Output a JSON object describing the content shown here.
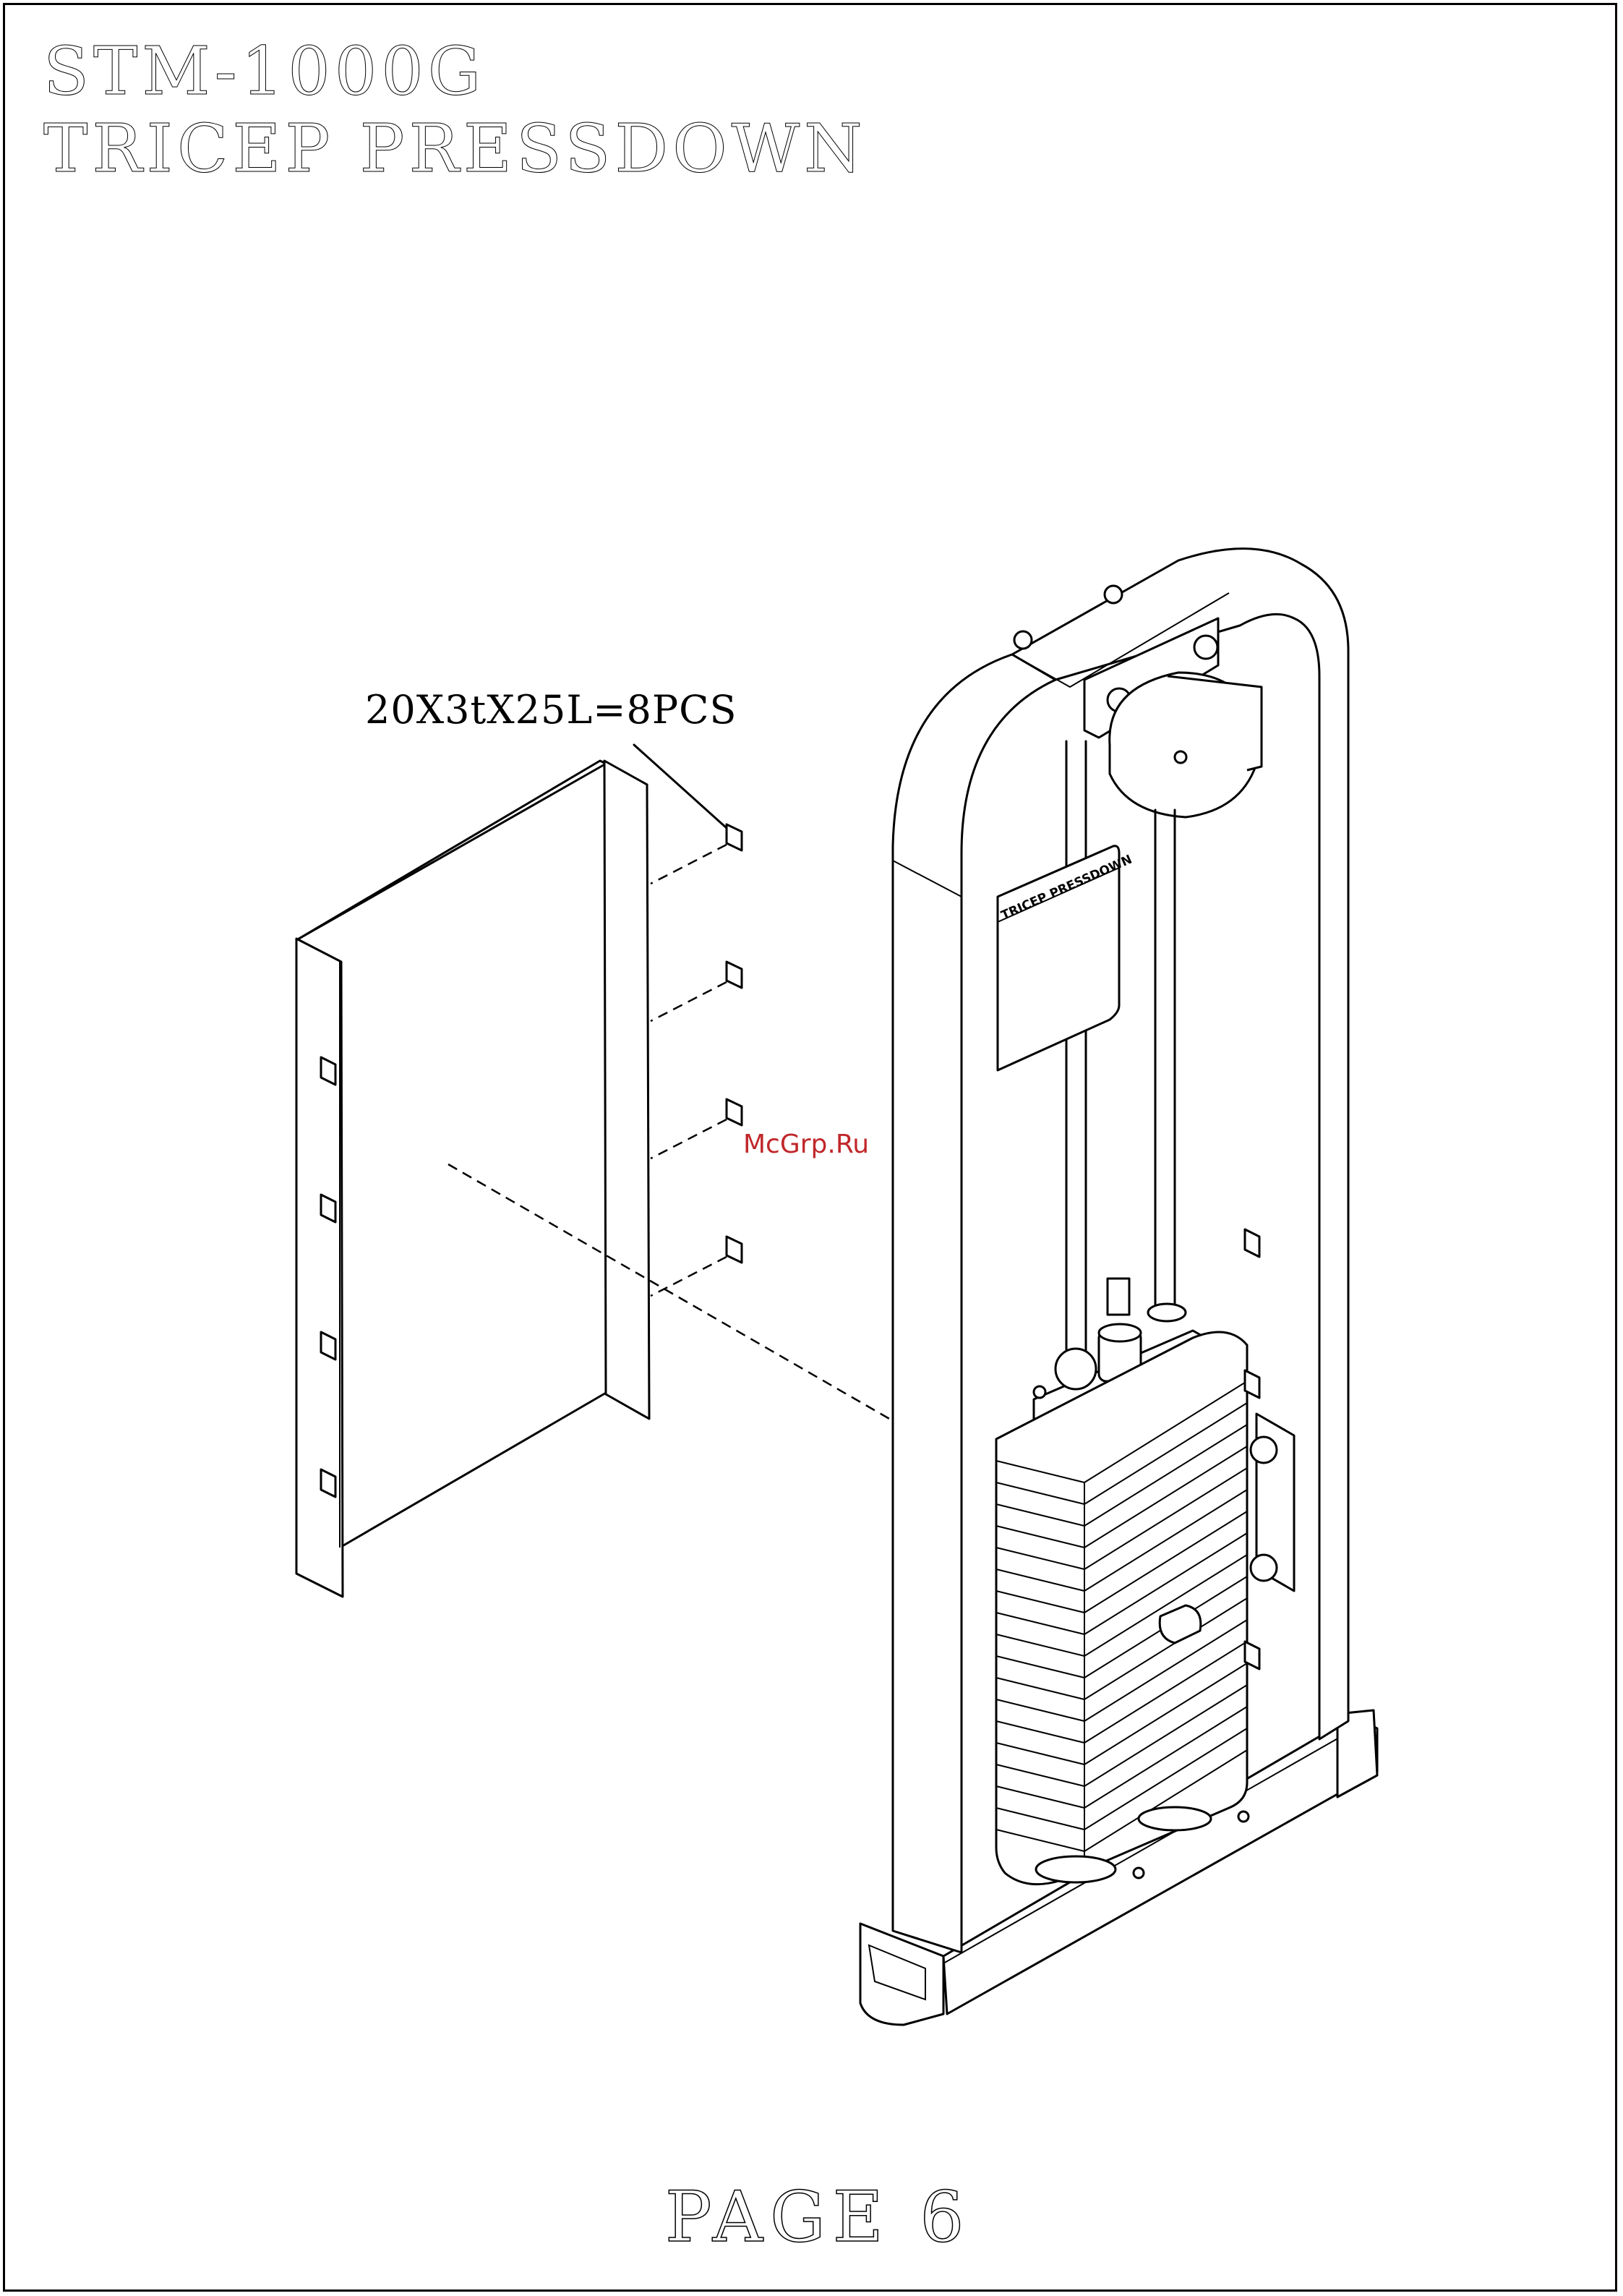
{
  "header": {
    "model": "STM-1000G",
    "product": "TRICEP PRESSDOWN"
  },
  "diagram": {
    "callout_label": "20X3tX25L=8PCS",
    "placard_label": "TRICEP PRESSDOWN"
  },
  "watermark": "McGrp.Ru",
  "footer": {
    "page_label": "PAGE 6"
  }
}
